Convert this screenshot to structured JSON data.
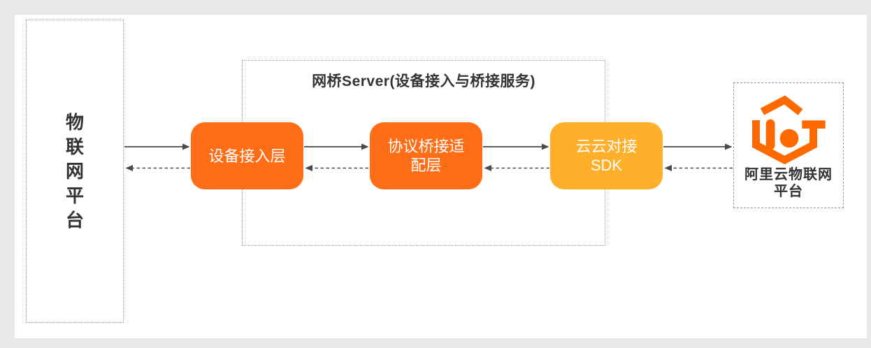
{
  "diagram": {
    "source_platform": {
      "label": "物联网平台"
    },
    "bridge_server": {
      "title": "网桥Server(设备接入与桥接服务)",
      "nodes": [
        {
          "id": "device-access-layer",
          "label": "设备接入层"
        },
        {
          "id": "protocol-bridge-adapter-layer",
          "label": "协议桥接适\n配层"
        },
        {
          "id": "cloud-to-cloud-sdk",
          "label": "云云对接\nSDK"
        }
      ]
    },
    "aliyun_platform": {
      "label": "阿里云物联网\n平台",
      "logo_icon": "aliyun-iot-hexagon-logo"
    },
    "colors": {
      "node_orange": "#FF6E17",
      "node_yellow": "#FFAF29",
      "logo_orange": "#FF6A00",
      "arrow_gray": "#4A4A4A",
      "border_gray": "#999999",
      "text_dark": "#333333",
      "page_background": "#E9E9E9",
      "panel_background": "#FFFFFF"
    }
  }
}
